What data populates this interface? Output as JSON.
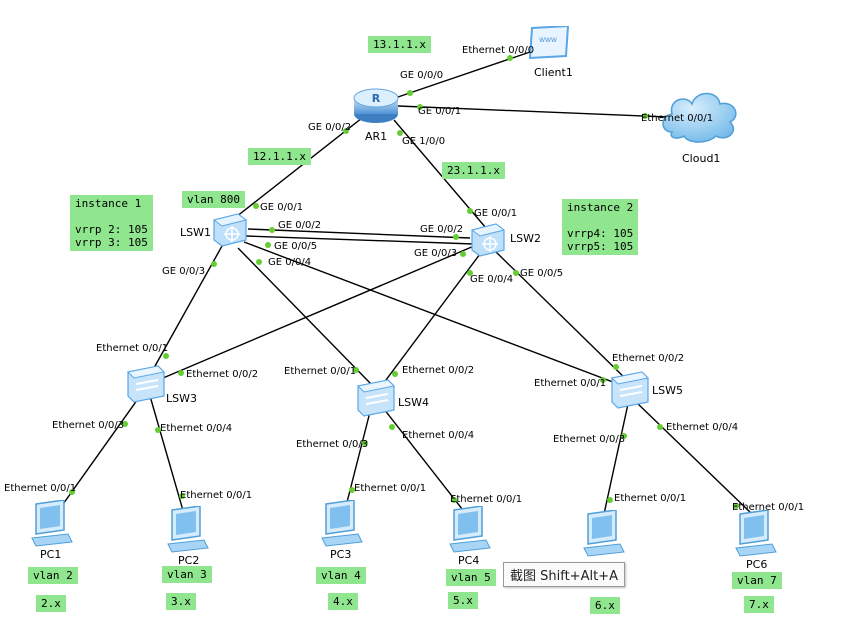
{
  "devices": {
    "ar1": "AR1",
    "client1": "Client1",
    "client1_screen": "WWW",
    "cloud1": "Cloud1",
    "lsw1": "LSW1",
    "lsw2": "LSW2",
    "lsw3": "LSW3",
    "lsw4": "LSW4",
    "lsw5": "LSW5",
    "pc1": "PC1",
    "pc2": "PC2",
    "pc3": "PC3",
    "pc4": "PC4",
    "pc6": "PC6"
  },
  "tags": {
    "net_13": "13.1.1.x",
    "net_12": "12.1.1.x",
    "net_23": "23.1.1.x",
    "vlan800": "vlan 800",
    "instance1": "instance 1\n\nvrrp 2: 105\nvrrp 3: 105",
    "instance2": "instance 2\n\nvrrp4: 105\nvrrp5: 105",
    "vlan2": "vlan 2",
    "vlan3": "vlan 3",
    "vlan4": "vlan 4",
    "vlan5": "vlan 5",
    "vlan7": "vlan 7",
    "net2": "2.x",
    "net3": "3.x",
    "net4": "4.x",
    "net5": "5.x",
    "net6": "6.x",
    "net7": "7.x"
  },
  "ports": {
    "ar1_ge000": "GE 0/0/0",
    "ar1_ge001": "GE 0/0/1",
    "ar1_ge002": "GE 0/0/2",
    "ar1_ge100": "GE 1/0/0",
    "client1_eth": "Ethernet 0/0/0",
    "cloud1_eth": "Ethernet 0/0/1",
    "lsw1_ge001": "GE 0/0/1",
    "lsw1_ge002": "GE 0/0/2",
    "lsw1_ge005": "GE 0/0/5",
    "lsw1_ge004": "GE 0/0/4",
    "lsw1_ge003": "GE 0/0/3",
    "lsw2_ge001": "GE 0/0/1",
    "lsw2_ge002": "GE 0/0/2",
    "lsw2_ge003": "GE 0/0/3",
    "lsw2_ge004": "GE 0/0/4",
    "lsw2_ge005": "GE 0/0/5",
    "lsw3_e1": "Ethernet 0/0/1",
    "lsw3_e2": "Ethernet 0/0/2",
    "lsw3_e3": "Ethernet 0/0/3",
    "lsw3_e4": "Ethernet 0/0/4",
    "lsw4_e1": "Ethernet 0/0/1",
    "lsw4_e2": "Ethernet 0/0/2",
    "lsw4_e3": "Ethernet 0/0/3",
    "lsw4_e4": "Ethernet 0/0/4",
    "lsw5_e1": "Ethernet 0/0/1",
    "lsw5_e2": "Ethernet 0/0/2",
    "lsw5_e3": "Ethernet 0/0/3",
    "lsw5_e4": "Ethernet 0/0/4",
    "pc1_eth": "Ethernet 0/0/1",
    "pc2_eth": "Ethernet 0/0/1",
    "pc3_eth": "Ethernet 0/0/1",
    "pc4_eth": "Ethernet 0/0/1",
    "pc5_eth": "Ethernet 0/0/1",
    "pc6_eth": "Ethernet 0/0/1"
  },
  "tooltip": "截图 Shift+Alt+A",
  "colors": {
    "link": "#000000",
    "port_dot": "#66cc33",
    "tag_bg": "#8fe68f",
    "device_blue": "#5aa6e6"
  }
}
